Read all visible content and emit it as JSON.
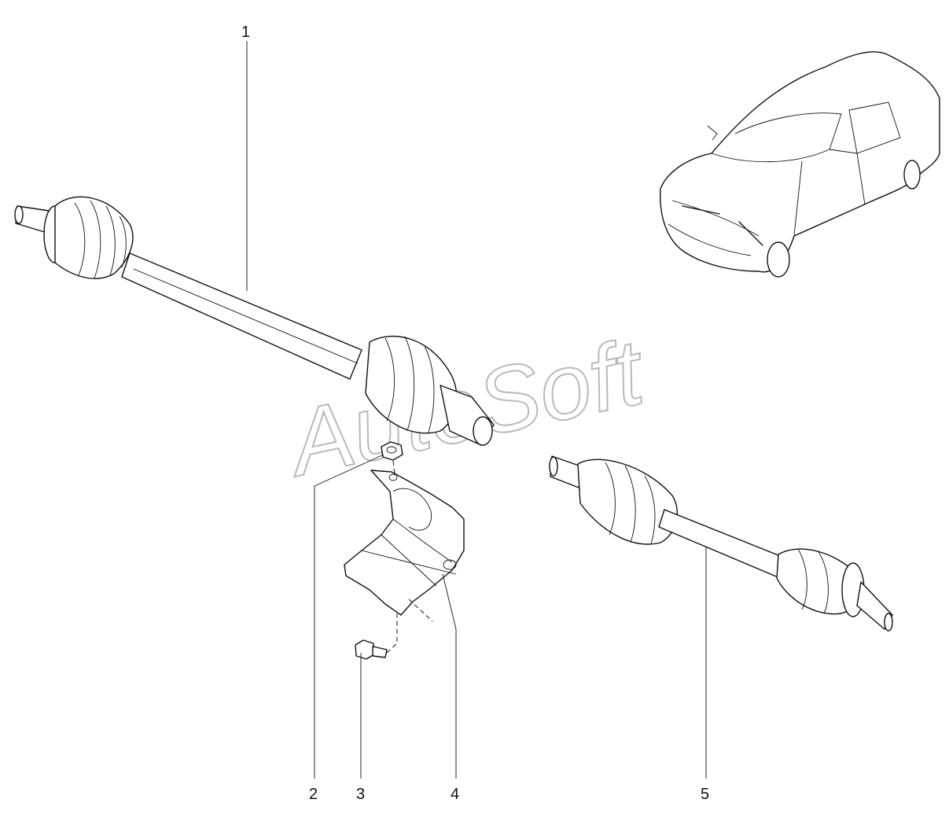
{
  "watermark": "AutoSoft",
  "callouts": [
    {
      "id": "1",
      "label": "1"
    },
    {
      "id": "2",
      "label": "2"
    },
    {
      "id": "3",
      "label": "3"
    },
    {
      "id": "4",
      "label": "4"
    },
    {
      "id": "5",
      "label": "5"
    }
  ],
  "colors": {
    "line": "#111111",
    "watermark": "#b9b9b9",
    "background": "#ffffff"
  }
}
